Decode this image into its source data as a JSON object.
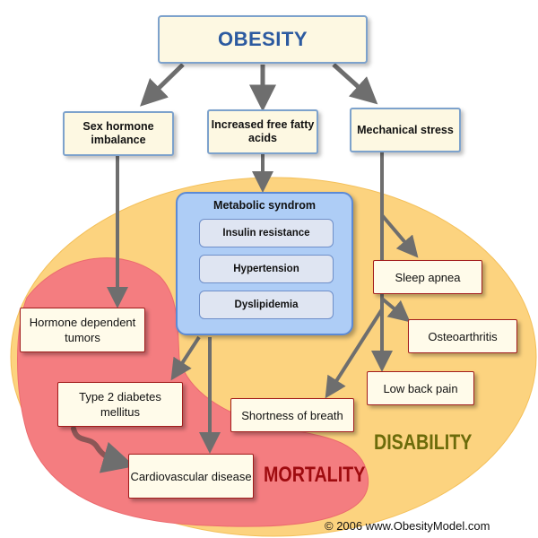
{
  "title": "OBESITY",
  "causes": {
    "sex_hormone": "Sex hormone imbalance",
    "free_fatty_acids": "Increased free fatty acids",
    "mechanical_stress": "Mechanical stress"
  },
  "metabolic_syndrome": {
    "title": "Metabolic syndrom",
    "items": [
      "Insulin resistance",
      "Hypertension",
      "Dyslipidemia"
    ]
  },
  "outcomes": {
    "hormone_tumors": "Hormone dependent tumors",
    "type2_diabetes": "Type 2 diabetes mellitus",
    "cardiovascular": "Cardiovascular disease",
    "shortness_breath": "Shortness of breath",
    "sleep_apnea": "Sleep apnea",
    "osteoarthritis": "Osteoarthritis",
    "low_back_pain": "Low back pain"
  },
  "regions": {
    "disability": "DISABILITY",
    "mortality": "MORTALITY"
  },
  "copyright": "© 2006 www.ObesityModel.com",
  "colors": {
    "disability_fill": "#fcd37f",
    "disability_label": "#6b6b0a",
    "mortality_fill": "#f47d80",
    "mortality_label": "#9e0b0f",
    "title_text": "#2c5aa0",
    "arrow": "#6e6e6e"
  }
}
